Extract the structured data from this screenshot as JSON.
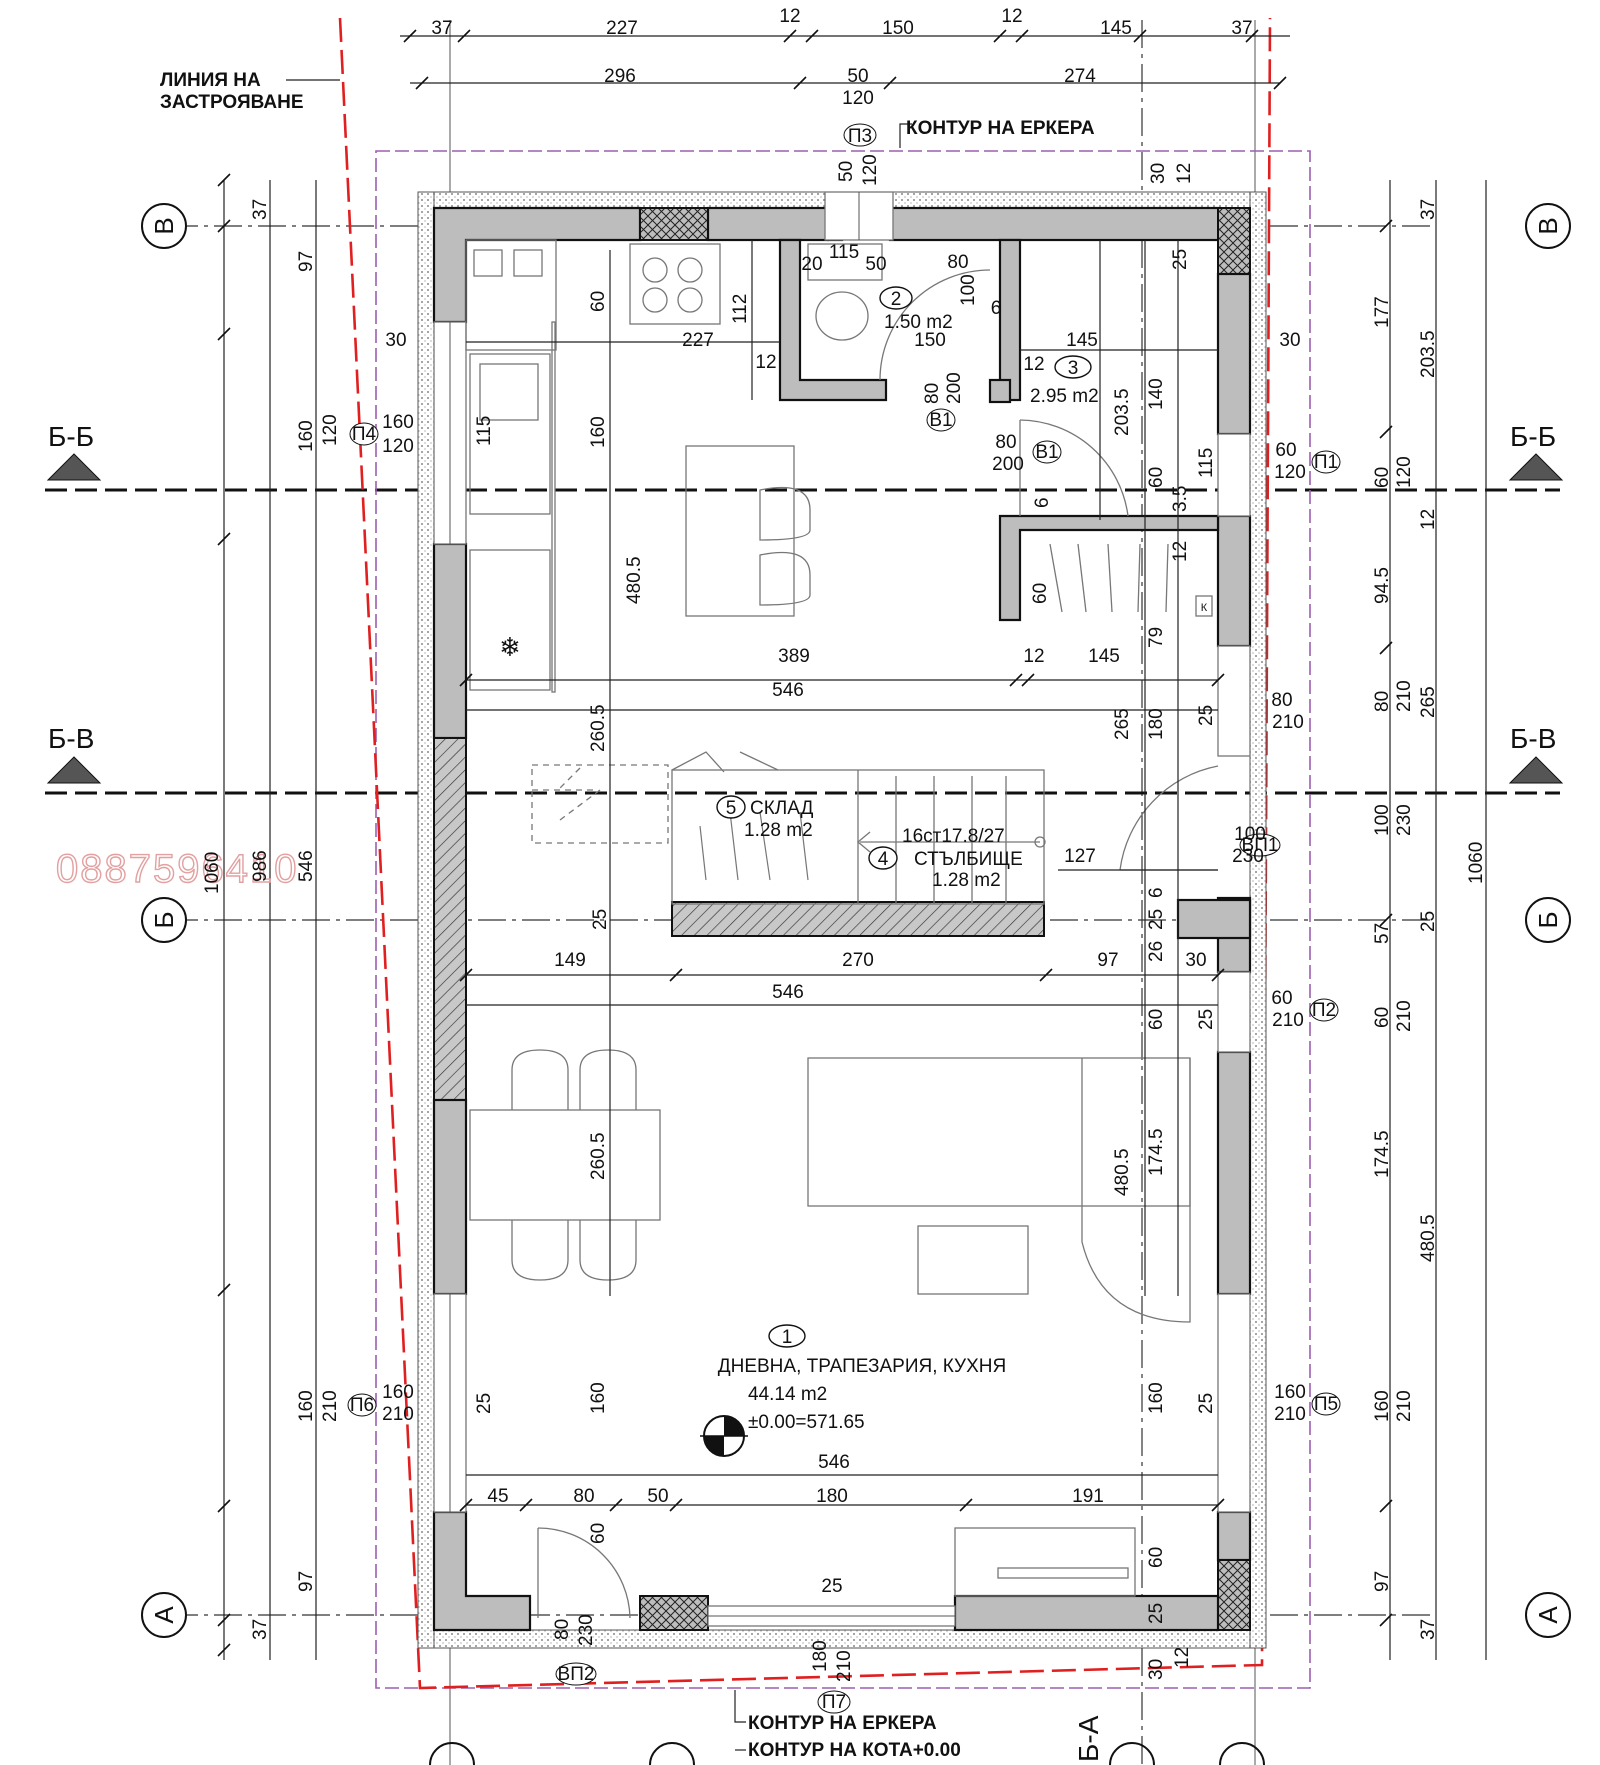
{
  "labels": {
    "build_line_1": "ЛИНИЯ НА",
    "build_line_2": "ЗАСТРОЯВАНЕ",
    "bay_top": "КОНТУР НА ЕРКЕРА",
    "bay_bottom": "КОНТУР НА ЕРКЕРА",
    "ground_contour": "КОНТУР НА КОТА+0.00",
    "watermark": "0887596410",
    "section_bb": "Б-Б",
    "section_bv": "Б-В",
    "section_ba": "Б-А"
  },
  "axes": {
    "v": "В",
    "b": "Б",
    "a": "А"
  },
  "rooms": [
    {
      "num": "1",
      "name": "ДНЕВНА, ТРАПЕЗАРИЯ, КУХНЯ",
      "area": "44.14 m2"
    },
    {
      "num": "2",
      "name": "",
      "area": "1.50 m2"
    },
    {
      "num": "3",
      "name": "",
      "area": "2.95 m2"
    },
    {
      "num": "4",
      "name": "СТЪЛБИЩЕ",
      "area": "1.28 m2"
    },
    {
      "num": "5",
      "name": "СКЛАД",
      "area": "1.28 m2"
    }
  ],
  "level": "±0.00=571.65",
  "stairs": "16ст17.8/27",
  "openings": {
    "P3": "П3",
    "P4": "П4",
    "P1": "П1",
    "P2": "П2",
    "P5": "П5",
    "P6": "П6",
    "P7": "П7",
    "B1": "В1",
    "VP1": "ВП1",
    "VP2": "ВП2",
    "K": "К"
  },
  "dims": {
    "t37a": "37",
    "t227": "227",
    "t12a": "12",
    "t150": "150",
    "t12b": "12",
    "t145": "145",
    "t37b": "37",
    "t296": "296",
    "t50": "50",
    "t120": "120",
    "t274": "274",
    "p3a": "50",
    "p3b": "120",
    "r30a": "30",
    "r12a": "12",
    "l37a": "37",
    "l97a": "97",
    "l160a": "160",
    "l120a": "120",
    "l1060a": "1060",
    "l986": "986",
    "l546a": "546",
    "l160b": "160",
    "l210a": "210",
    "l97b": "97",
    "l37b": "37",
    "k30": "30",
    "k60a": "60",
    "k112": "112",
    "k227": "227",
    "k12c": "12",
    "k160a": "160",
    "k4805a": "480.5",
    "k160b": "160",
    "k120b": "120",
    "k115a": "115",
    "w115": "115",
    "w20": "20",
    "w50": "50",
    "w80a": "80",
    "w100": "100",
    "w6a": "6",
    "w150": "150",
    "w80b": "80",
    "w200a": "200",
    "w80c": "80",
    "w200b": "200",
    "r145": "145",
    "r12b": "12",
    "r2035a": "203.5",
    "r140": "140",
    "r25a": "25",
    "r30b": "30",
    "r115": "115",
    "r60a": "60",
    "r120c": "120",
    "r60b": "60",
    "r35": "3.5",
    "r6b": "6",
    "r12c": "12",
    "r60c": "60",
    "r79": "79",
    "m389": "389",
    "m12": "12",
    "m145": "145",
    "m546a": "546",
    "m2605a": "260.5",
    "m265": "265",
    "m180": "180",
    "m25b": "25",
    "m80": "80",
    "m210a": "210",
    "m127": "127",
    "m100": "100",
    "m230": "230",
    "m25c": "25",
    "m6c": "6",
    "m25d": "25",
    "m26": "26",
    "m30": "30",
    "m149": "149",
    "m270": "270",
    "m97": "97",
    "m546b": "546",
    "m60d": "60",
    "m25e": "25",
    "m60e": "60",
    "m210b": "210",
    "d2605b": "260.5",
    "d4805b": "480.5",
    "d1745a": "174.5",
    "d160a": "160",
    "d25f": "25",
    "d160b": "160",
    "d210c": "210",
    "d160c": "160",
    "d25g": "25",
    "d160d": "160",
    "d210d": "210",
    "b546": "546",
    "b45": "45",
    "b80": "80",
    "b50": "50",
    "b180": "180",
    "b191": "191",
    "b60a": "60",
    "b25": "25",
    "b60b": "60",
    "b25h": "25",
    "b80c": "80",
    "b230": "230",
    "b180v": "180",
    "b210v": "210",
    "b30": "30",
    "b12": "12",
    "rr37a": "37",
    "rr177": "177",
    "rr2035": "203.5",
    "rr60": "60",
    "rr120": "120",
    "rr12": "12",
    "rr945": "94.5",
    "rr80": "80",
    "rr210a": "210",
    "rr265": "265",
    "rr100": "100",
    "rr230": "230",
    "rr1060": "1060",
    "rr57": "57",
    "rr25": "25",
    "rr60b": "60",
    "rr210b": "210",
    "rr1745": "174.5",
    "rr4805": "480.5",
    "rr160": "160",
    "rr210c": "210",
    "rr97": "97",
    "rr37b": "37"
  }
}
